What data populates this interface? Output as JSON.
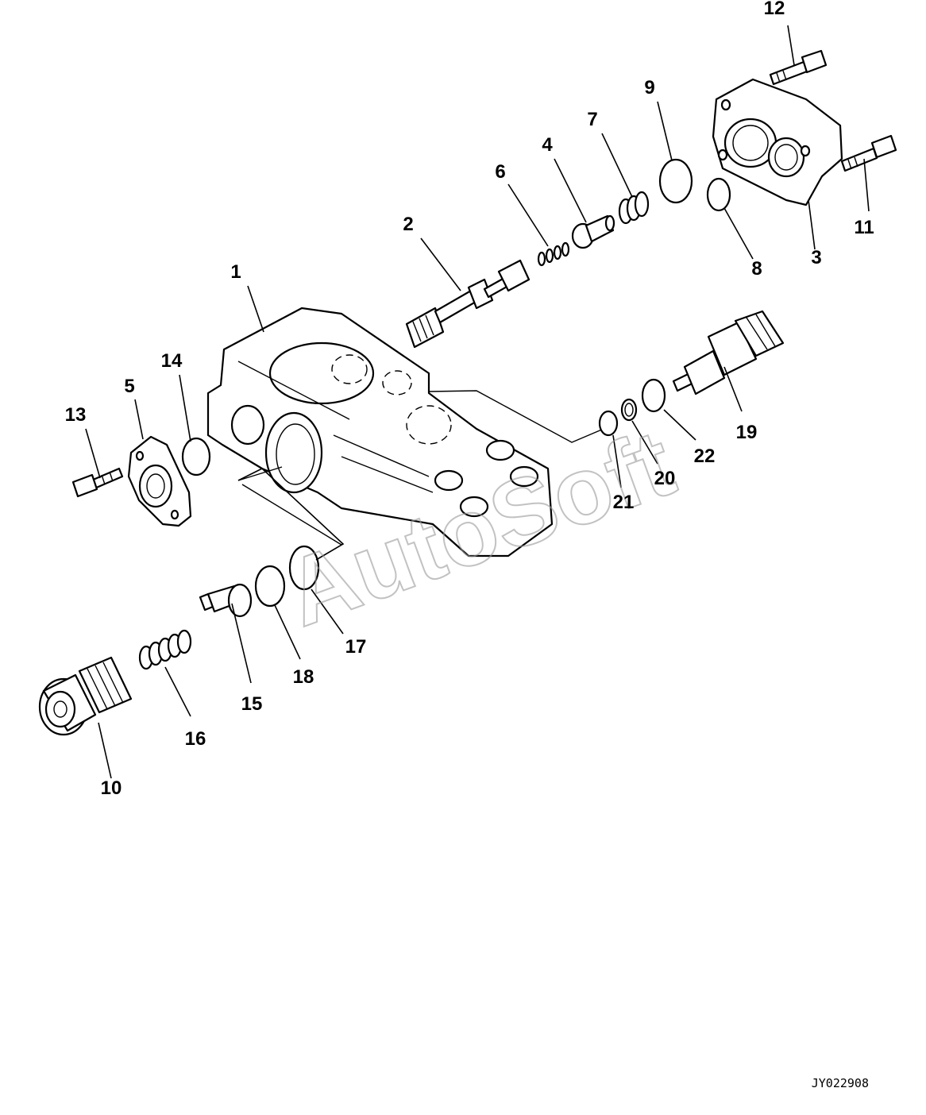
{
  "callouts": [
    {
      "id": "1",
      "label": "1"
    },
    {
      "id": "2",
      "label": "2"
    },
    {
      "id": "3",
      "label": "3"
    },
    {
      "id": "4",
      "label": "4"
    },
    {
      "id": "5",
      "label": "5"
    },
    {
      "id": "6",
      "label": "6"
    },
    {
      "id": "7",
      "label": "7"
    },
    {
      "id": "8",
      "label": "8"
    },
    {
      "id": "9",
      "label": "9"
    },
    {
      "id": "10",
      "label": "10"
    },
    {
      "id": "11",
      "label": "11"
    },
    {
      "id": "12",
      "label": "12"
    },
    {
      "id": "13",
      "label": "13"
    },
    {
      "id": "14",
      "label": "14"
    },
    {
      "id": "15",
      "label": "15"
    },
    {
      "id": "16",
      "label": "16"
    },
    {
      "id": "17",
      "label": "17"
    },
    {
      "id": "18",
      "label": "18"
    },
    {
      "id": "19",
      "label": "19"
    },
    {
      "id": "20",
      "label": "20"
    },
    {
      "id": "21",
      "label": "21"
    },
    {
      "id": "22",
      "label": "22"
    }
  ],
  "drawing_number": "JY022908",
  "watermark": "AutoSoft"
}
